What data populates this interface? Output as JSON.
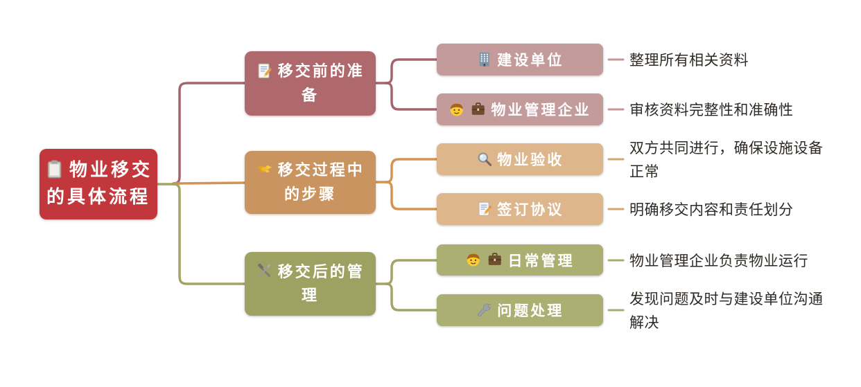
{
  "root": {
    "icon": "clipboard-icon",
    "label": "物业移交的具体流程",
    "color": "#C2373B",
    "stub_color": "#A2A464"
  },
  "branches": [
    {
      "icon": "memo-icon",
      "label": "移交前的准备",
      "color": "#AF686C",
      "line_color": "#A5646D",
      "child_color": "#C49B9B",
      "dash_color": "#C59697",
      "children": [
        {
          "icons": [
            "building-icon"
          ],
          "label": "建设单位",
          "note": "整理所有相关资料"
        },
        {
          "icons": [
            "man-icon",
            "briefcase-icon"
          ],
          "label": "物业管理企业",
          "note": "审核资料完整性和准确性"
        }
      ]
    },
    {
      "icon": "handshake-icon",
      "label": "移交过程中的步骤",
      "color": "#C9945F",
      "line_color": "#D6934E",
      "child_color": "#DDB68C",
      "dash_color": "#D7A570",
      "children": [
        {
          "icons": [
            "magnifier-icon"
          ],
          "label": "物业验收",
          "note": "双方共同进行，确保设施设备正常"
        },
        {
          "icons": [
            "memo-icon"
          ],
          "label": "签订协议",
          "note": "明确移交内容和责任划分"
        }
      ]
    },
    {
      "icon": "hammer-wrench-icon",
      "label": "移交后的管理",
      "color": "#9EA161",
      "line_color": "#A2A464",
      "child_color": "#ACAF72",
      "dash_color": "#A9AC6F",
      "children": [
        {
          "icons": [
            "man-icon",
            "briefcase-icon"
          ],
          "label": "日常管理",
          "note": "物业管理企业负责物业运行"
        },
        {
          "icons": [
            "wrench-icon"
          ],
          "label": "问题处理",
          "note": "发现问题及时与建设单位沟通解决"
        }
      ]
    }
  ]
}
